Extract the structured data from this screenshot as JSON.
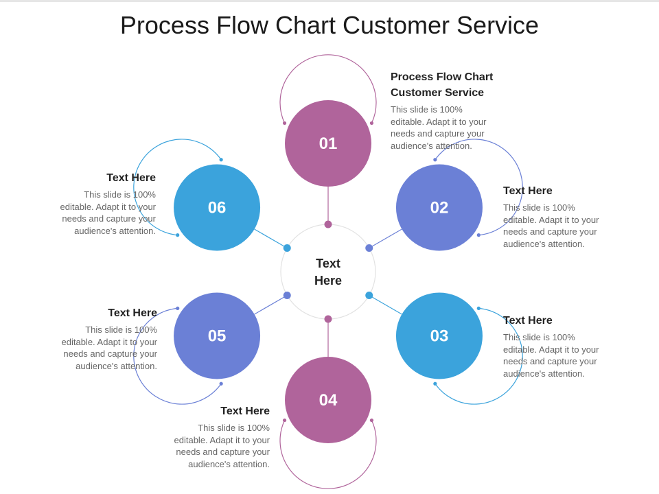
{
  "title": "Process Flow Chart Customer Service",
  "center": {
    "label": "Text\nHere"
  },
  "nodes": [
    {
      "number": "01",
      "color": "#b0649b",
      "heading": "Process Flow Chart Customer Service",
      "body": "This slide is 100%\neditable. Adapt it to your\nneeds and capture your\naudience's attention."
    },
    {
      "number": "02",
      "color": "#6b80d6",
      "heading": "Text Here",
      "body": "This slide is 100%\neditable. Adapt it to your\nneeds and capture your\naudience's attention."
    },
    {
      "number": "03",
      "color": "#3ba3dc",
      "heading": "Text Here",
      "body": "This slide is 100%\neditable. Adapt it to your\nneeds and capture your\naudience's attention."
    },
    {
      "number": "04",
      "color": "#b0649b",
      "heading": "Text Here",
      "body": "This slide is 100%\neditable. Adapt it to your\nneeds and capture your\naudience's attention."
    },
    {
      "number": "05",
      "color": "#6b80d6",
      "heading": "Text Here",
      "body": "This slide is 100%\neditable. Adapt it to your\nneeds and capture your\naudience's attention."
    },
    {
      "number": "06",
      "color": "#3ba3dc",
      "heading": "Text Here",
      "body": "This slide is 100%\neditable. Adapt it to your\nneeds and capture your\naudience's attention."
    }
  ]
}
